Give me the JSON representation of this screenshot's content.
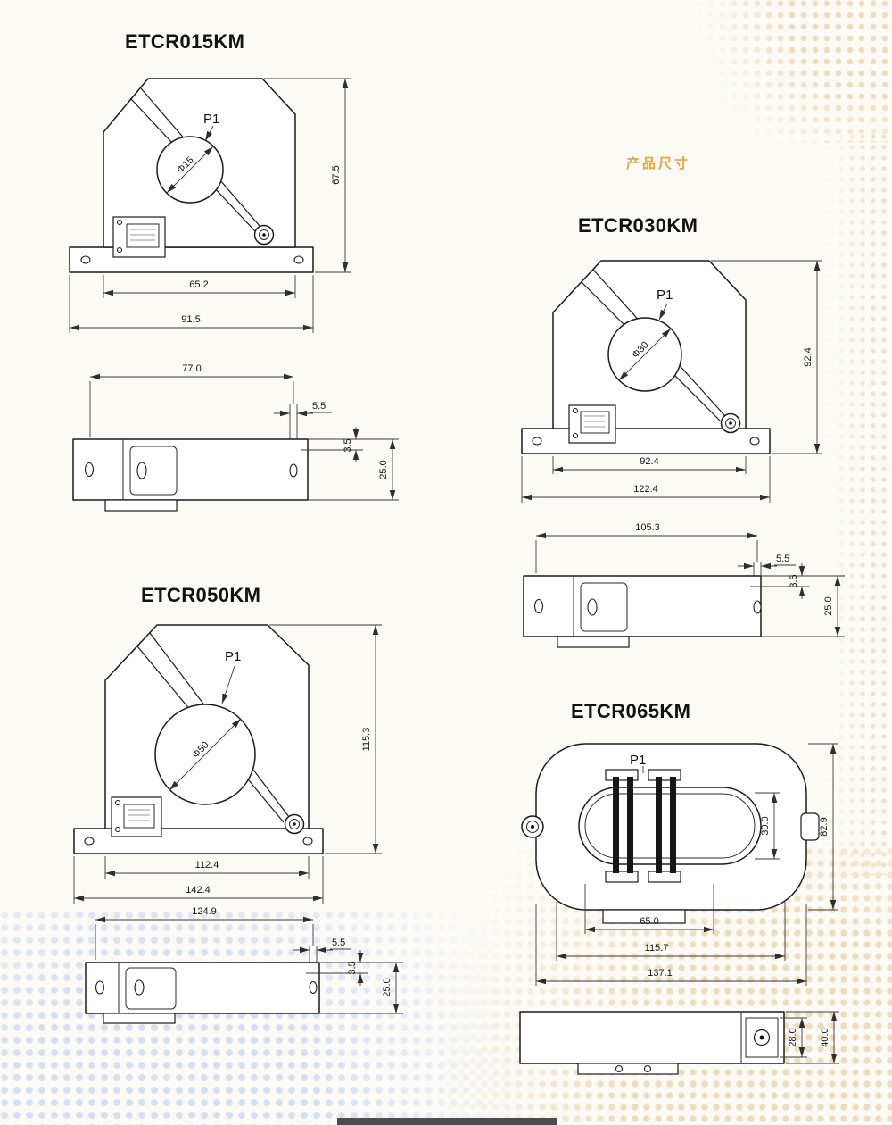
{
  "badge": {
    "text": "产品尺寸",
    "color": "#E6A33C"
  },
  "panels": [
    {
      "title": "ETCR015KM",
      "front": {
        "p1": "P1",
        "aperture": "Φ15",
        "dim_height": "67.5",
        "dim_body_width": "65.2",
        "dim_base_width": "91.5"
      },
      "side": {
        "dim_length": "77.0",
        "dim_tab": "5.5",
        "dim_step": "3.5",
        "dim_depth": "25.0"
      }
    },
    {
      "title": "ETCR030KM",
      "front": {
        "p1": "P1",
        "aperture": "Φ30",
        "dim_height": "92.4",
        "dim_body_width": "92.4",
        "dim_base_width": "122.4"
      },
      "side": {
        "dim_length": "105.3",
        "dim_tab": "5.5",
        "dim_step": "3.5",
        "dim_depth": "25.0"
      }
    },
    {
      "title": "ETCR050KM",
      "front": {
        "p1": "P1",
        "aperture": "Φ50",
        "dim_height": "115.3",
        "dim_body_width": "112.4",
        "dim_base_width": "142.4"
      },
      "side": {
        "dim_length": "124.9",
        "dim_tab": "5.5",
        "dim_step": "3.5",
        "dim_depth": "25.0"
      }
    },
    {
      "title": "ETCR065KM",
      "front": {
        "p1": "P1",
        "dim_opening": "30.0",
        "dim_height": "82.9",
        "dim_bar_span": "65.0",
        "dim_mount_width": "115.7",
        "dim_overall_width": "137.1"
      },
      "side": {
        "dim_block": "28.0",
        "dim_depth": "40.0"
      }
    }
  ]
}
